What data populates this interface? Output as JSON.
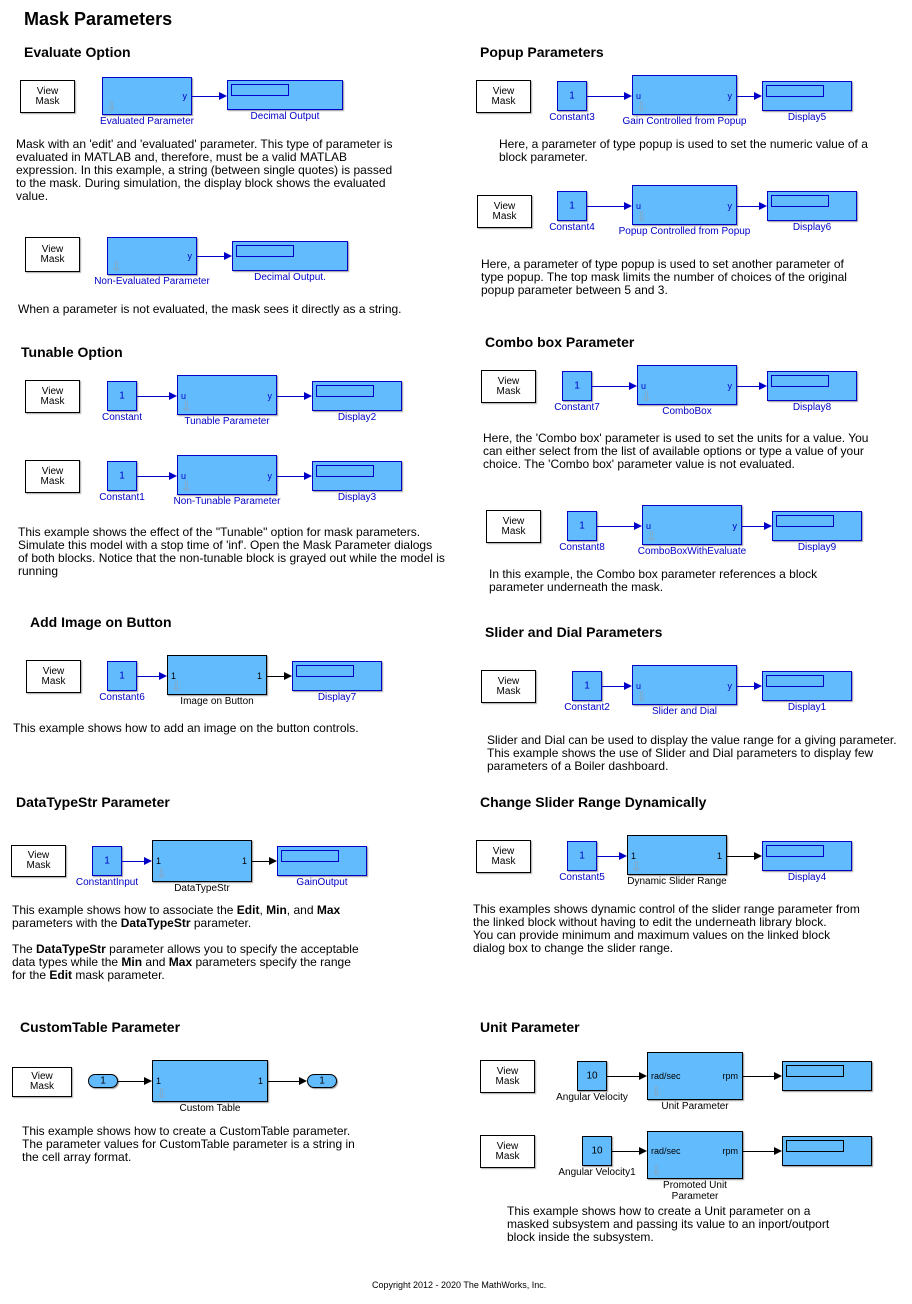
{
  "title": "Mask Parameters",
  "view_mask": {
    "line1": "View",
    "line2": "Mask"
  },
  "sections": [
    {
      "heading": "Evaluate Option",
      "diagrams": [
        {
          "subsystem": {
            "label": "Evaluated Parameter",
            "in_port": "",
            "out_port": "y"
          },
          "destination": {
            "label": "Decimal Output"
          }
        },
        {
          "subsystem": {
            "label": "Non-Evaluated Parameter",
            "in_port": "",
            "out_port": "y"
          },
          "destination": {
            "label": "Decimal Output."
          }
        }
      ],
      "notes": [
        [
          "Mask with an 'edit' and 'evaluated' parameter. This type of parameter is",
          "evaluated in MATLAB and, therefore, must be a valid MATLAB",
          "expression. In this example, a string (between single quotes) is passed",
          "to the mask. During simulation, the display block shows the evaluated",
          "value."
        ],
        [
          "When a parameter is not evaluated, the mask sees it directly as a string."
        ]
      ]
    },
    {
      "heading": "Tunable Option",
      "diagrams": [
        {
          "source": {
            "value": "1",
            "label": "Constant"
          },
          "subsystem": {
            "label": "Tunable Parameter",
            "in_port": "u",
            "out_port": "y"
          },
          "destination": {
            "label": "Display2"
          }
        },
        {
          "source": {
            "value": "1",
            "label": "Constant1"
          },
          "subsystem": {
            "label": "Non-Tunable Parameter",
            "in_port": "u",
            "out_port": "y"
          },
          "destination": {
            "label": "Display3"
          }
        }
      ],
      "notes": [
        [
          "This example shows the effect of the \"Tunable\" option for mask parameters.",
          "Simulate this model with a stop time of 'inf'. Open the Mask Parameter dialogs",
          "of both blocks. Notice that the non-tunable block is grayed out while the model is",
          "running"
        ]
      ]
    },
    {
      "heading": "Add Image on Button",
      "diagrams": [
        {
          "source": {
            "value": "1",
            "label": "Constant6"
          },
          "subsystem": {
            "label": "Image on Button",
            "in_port": "1",
            "out_port": "1"
          },
          "destination": {
            "label": "Display7"
          }
        }
      ],
      "notes": [
        [
          "This example shows how to add an image on the button controls."
        ]
      ]
    },
    {
      "heading": "DataTypeStr Parameter",
      "diagrams": [
        {
          "source": {
            "value": "1",
            "label": "ConstantInput"
          },
          "subsystem": {
            "label": "DataTypeStr",
            "in_port": "1",
            "out_port": "1"
          },
          "destination": {
            "label": "GainOutput"
          }
        }
      ],
      "notes": [
        [
          [
            {
              "text": "This example shows how to associate the "
            },
            {
              "text": "Edit",
              "bold": true
            },
            {
              "text": ", "
            },
            {
              "text": "Min",
              "bold": true
            },
            {
              "text": ", and "
            },
            {
              "text": "Max",
              "bold": true
            }
          ],
          [
            {
              "text": "parameters with the "
            },
            {
              "text": "DataTypeStr",
              "bold": true
            },
            {
              "text": " parameter."
            }
          ],
          "",
          [
            {
              "text": "The "
            },
            {
              "text": "DataTypeStr",
              "bold": true
            },
            {
              "text": " parameter allows you to specify the acceptable"
            }
          ],
          [
            {
              "text": "data types while the "
            },
            {
              "text": "Min",
              "bold": true
            },
            {
              "text": " and "
            },
            {
              "text": "Max",
              "bold": true
            },
            {
              "text": " parameters specify the range"
            }
          ],
          [
            {
              "text": "for the "
            },
            {
              "text": "Edit",
              "bold": true
            },
            {
              "text": " mask parameter."
            }
          ]
        ]
      ]
    },
    {
      "heading": "CustomTable Parameter",
      "diagrams": [
        {
          "source": {
            "value": "1",
            "label": ""
          },
          "subsystem": {
            "label": "Custom Table",
            "in_port": "1",
            "out_port": "1"
          },
          "destination": {
            "value": "1"
          }
        }
      ],
      "notes": [
        [
          "This example shows how to create a CustomTable parameter.",
          "The parameter values for CustomTable parameter is a string in",
          "the cell array format."
        ]
      ]
    },
    {
      "heading": "Popup Parameters",
      "diagrams": [
        {
          "source": {
            "value": "1",
            "label": "Constant3"
          },
          "subsystem": {
            "label": "Gain Controlled from Popup",
            "in_port": "u",
            "out_port": "y"
          },
          "destination": {
            "label": "Display5"
          }
        },
        {
          "source": {
            "value": "1",
            "label": "Constant4"
          },
          "subsystem": {
            "label": "Popup Controlled from Popup",
            "in_port": "u",
            "out_port": "y"
          },
          "destination": {
            "label": "Display6"
          }
        }
      ],
      "notes": [
        [
          "Here, a parameter of type popup is used to set the numeric value of a",
          "block parameter."
        ],
        [
          "Here, a parameter of type popup is used to set another parameter of",
          "type popup. The top mask limits the number of choices of the original",
          "popup parameter between 5 and 3."
        ]
      ]
    },
    {
      "heading": "Combo box Parameter",
      "diagrams": [
        {
          "source": {
            "value": "1",
            "label": "Constant7"
          },
          "subsystem": {
            "label": "ComboBox",
            "in_port": "u",
            "out_port": "y"
          },
          "destination": {
            "label": "Display8"
          }
        },
        {
          "source": {
            "value": "1",
            "label": "Constant8"
          },
          "subsystem": {
            "label": "ComboBoxWithEvaluate",
            "in_port": "u",
            "out_port": "y"
          },
          "destination": {
            "label": "Display9"
          }
        }
      ],
      "notes": [
        [
          "Here, the 'Combo box' parameter is used to set the units for a value. You",
          "can either select from the list of available options or type a value of your",
          "choice. The 'Combo box' parameter value is not evaluated."
        ],
        [
          "In this example, the Combo box parameter references a block",
          "parameter underneath the mask."
        ]
      ]
    },
    {
      "heading": "Slider and Dial Parameters",
      "diagrams": [
        {
          "source": {
            "value": "1",
            "label": "Constant2"
          },
          "subsystem": {
            "label": "Slider and Dial",
            "in_port": "u",
            "out_port": "y"
          },
          "destination": {
            "label": "Display1"
          }
        }
      ],
      "notes": [
        [
          "Slider and Dial can be used to display the value range for a giving parameter.",
          "This example shows the use of Slider and Dial parameters to display few",
          "parameters of a Boiler dashboard."
        ]
      ]
    },
    {
      "heading": "Change Slider Range Dynamically",
      "diagrams": [
        {
          "source": {
            "value": "1",
            "label": "Constant5"
          },
          "subsystem": {
            "label": "Dynamic Slider Range",
            "in_port": "1",
            "out_port": "1"
          },
          "destination": {
            "label": "Display4"
          }
        }
      ],
      "notes": [
        [
          "This examples shows dynamic control of the slider range parameter from",
          "the linked block without having to edit the underneath library block.",
          "You can provide minimum and maximum values on the linked block",
          "dialog box to change the slider range."
        ]
      ]
    },
    {
      "heading": "Unit Parameter",
      "diagrams": [
        {
          "source": {
            "value": "10",
            "label": "Angular Velocity"
          },
          "subsystem": {
            "label": "Unit Parameter",
            "in_port": "rad/sec",
            "out_port": "rpm"
          },
          "destination": {}
        },
        {
          "source": {
            "value": "10",
            "label": "Angular Velocity1"
          },
          "subsystem": {
            "label": "Promoted Unit\nParameter",
            "in_port": "rad/sec",
            "out_port": "rpm"
          },
          "destination": {}
        }
      ],
      "notes": [
        [
          "This example shows how to create a Unit parameter on a",
          "masked subsystem and passing its value to an inport/outport",
          "block inside the subsystem."
        ]
      ]
    }
  ],
  "copyright": "Copyright 2012 - 2020 The MathWorks, Inc."
}
